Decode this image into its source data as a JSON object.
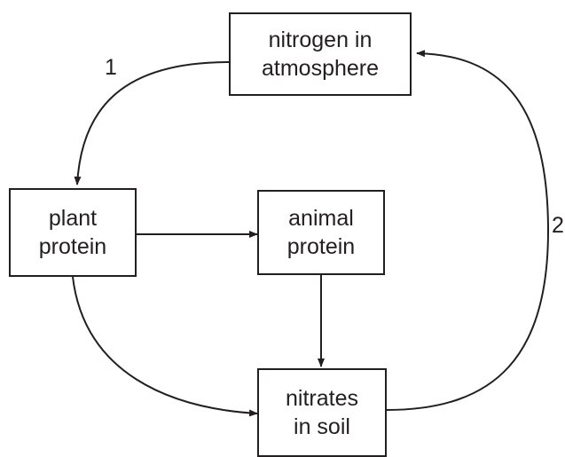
{
  "nodes": {
    "atmosphere": "nitrogen in\natmosphere",
    "plant": "plant\nprotein",
    "animal": "animal\nprotein",
    "soil": "nitrates\nin soil"
  },
  "labels": {
    "process_1": "1",
    "process_2": "2"
  },
  "colors": {
    "ink": "#231f20",
    "background": "#ffffff"
  }
}
